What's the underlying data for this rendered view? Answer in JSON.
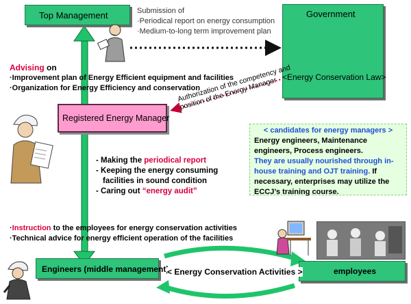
{
  "top_management": "Top Management",
  "government": "Government",
  "submission": {
    "title": "Submission of",
    "items": [
      "Periodical report on energy consumption",
      "Medium-to-long term improvement plan"
    ]
  },
  "law": "<Energy Conservation Law>",
  "advising": {
    "word": "Advising",
    "suffix": " on",
    "items": [
      "Improvement plan of Energy Efficient equipment and facilities",
      "Organization for Energy Efficiency and conservation"
    ]
  },
  "authorization": {
    "line1": "Authorization of the competency and",
    "line2": "position of the Energy Manager"
  },
  "registered_manager": "Registered Energy Manager",
  "candidates": {
    "title": "< candidates for energy managers >",
    "line1": "Energy engineers, Maintenance",
    "line2": "engineers, Process engineers.",
    "blue1": "They are usually nourished through in-",
    "blue2": "house training and OJT training.",
    "tail1": " If",
    "line5": "necessary, enterprises may utilize the",
    "line6": "ECCJ’s training course."
  },
  "duties": {
    "d1_prefix": "- Making the ",
    "d1_red": "periodical report",
    "d2_line1": "- Keeping the energy consuming",
    "d2_line2": "facilities in sound condition",
    "d3_prefix": "- Caring out ",
    "d3_red": "“energy audit”"
  },
  "instruction": {
    "word": "Instruction",
    "line1_rest": " to the employees for energy conservation activities",
    "line2": "Technical advice for energy efficient operation of the facilities"
  },
  "engineers": "Engineers (middle management)",
  "employees": "employees",
  "activities": "< Energy Conservation Activities >",
  "colors": {
    "box_green": "#2ec47a",
    "pink": "#ff9ccf",
    "red": "#d6003d",
    "blue": "#1f4fd6",
    "arrow_green": "#1fc46a"
  }
}
